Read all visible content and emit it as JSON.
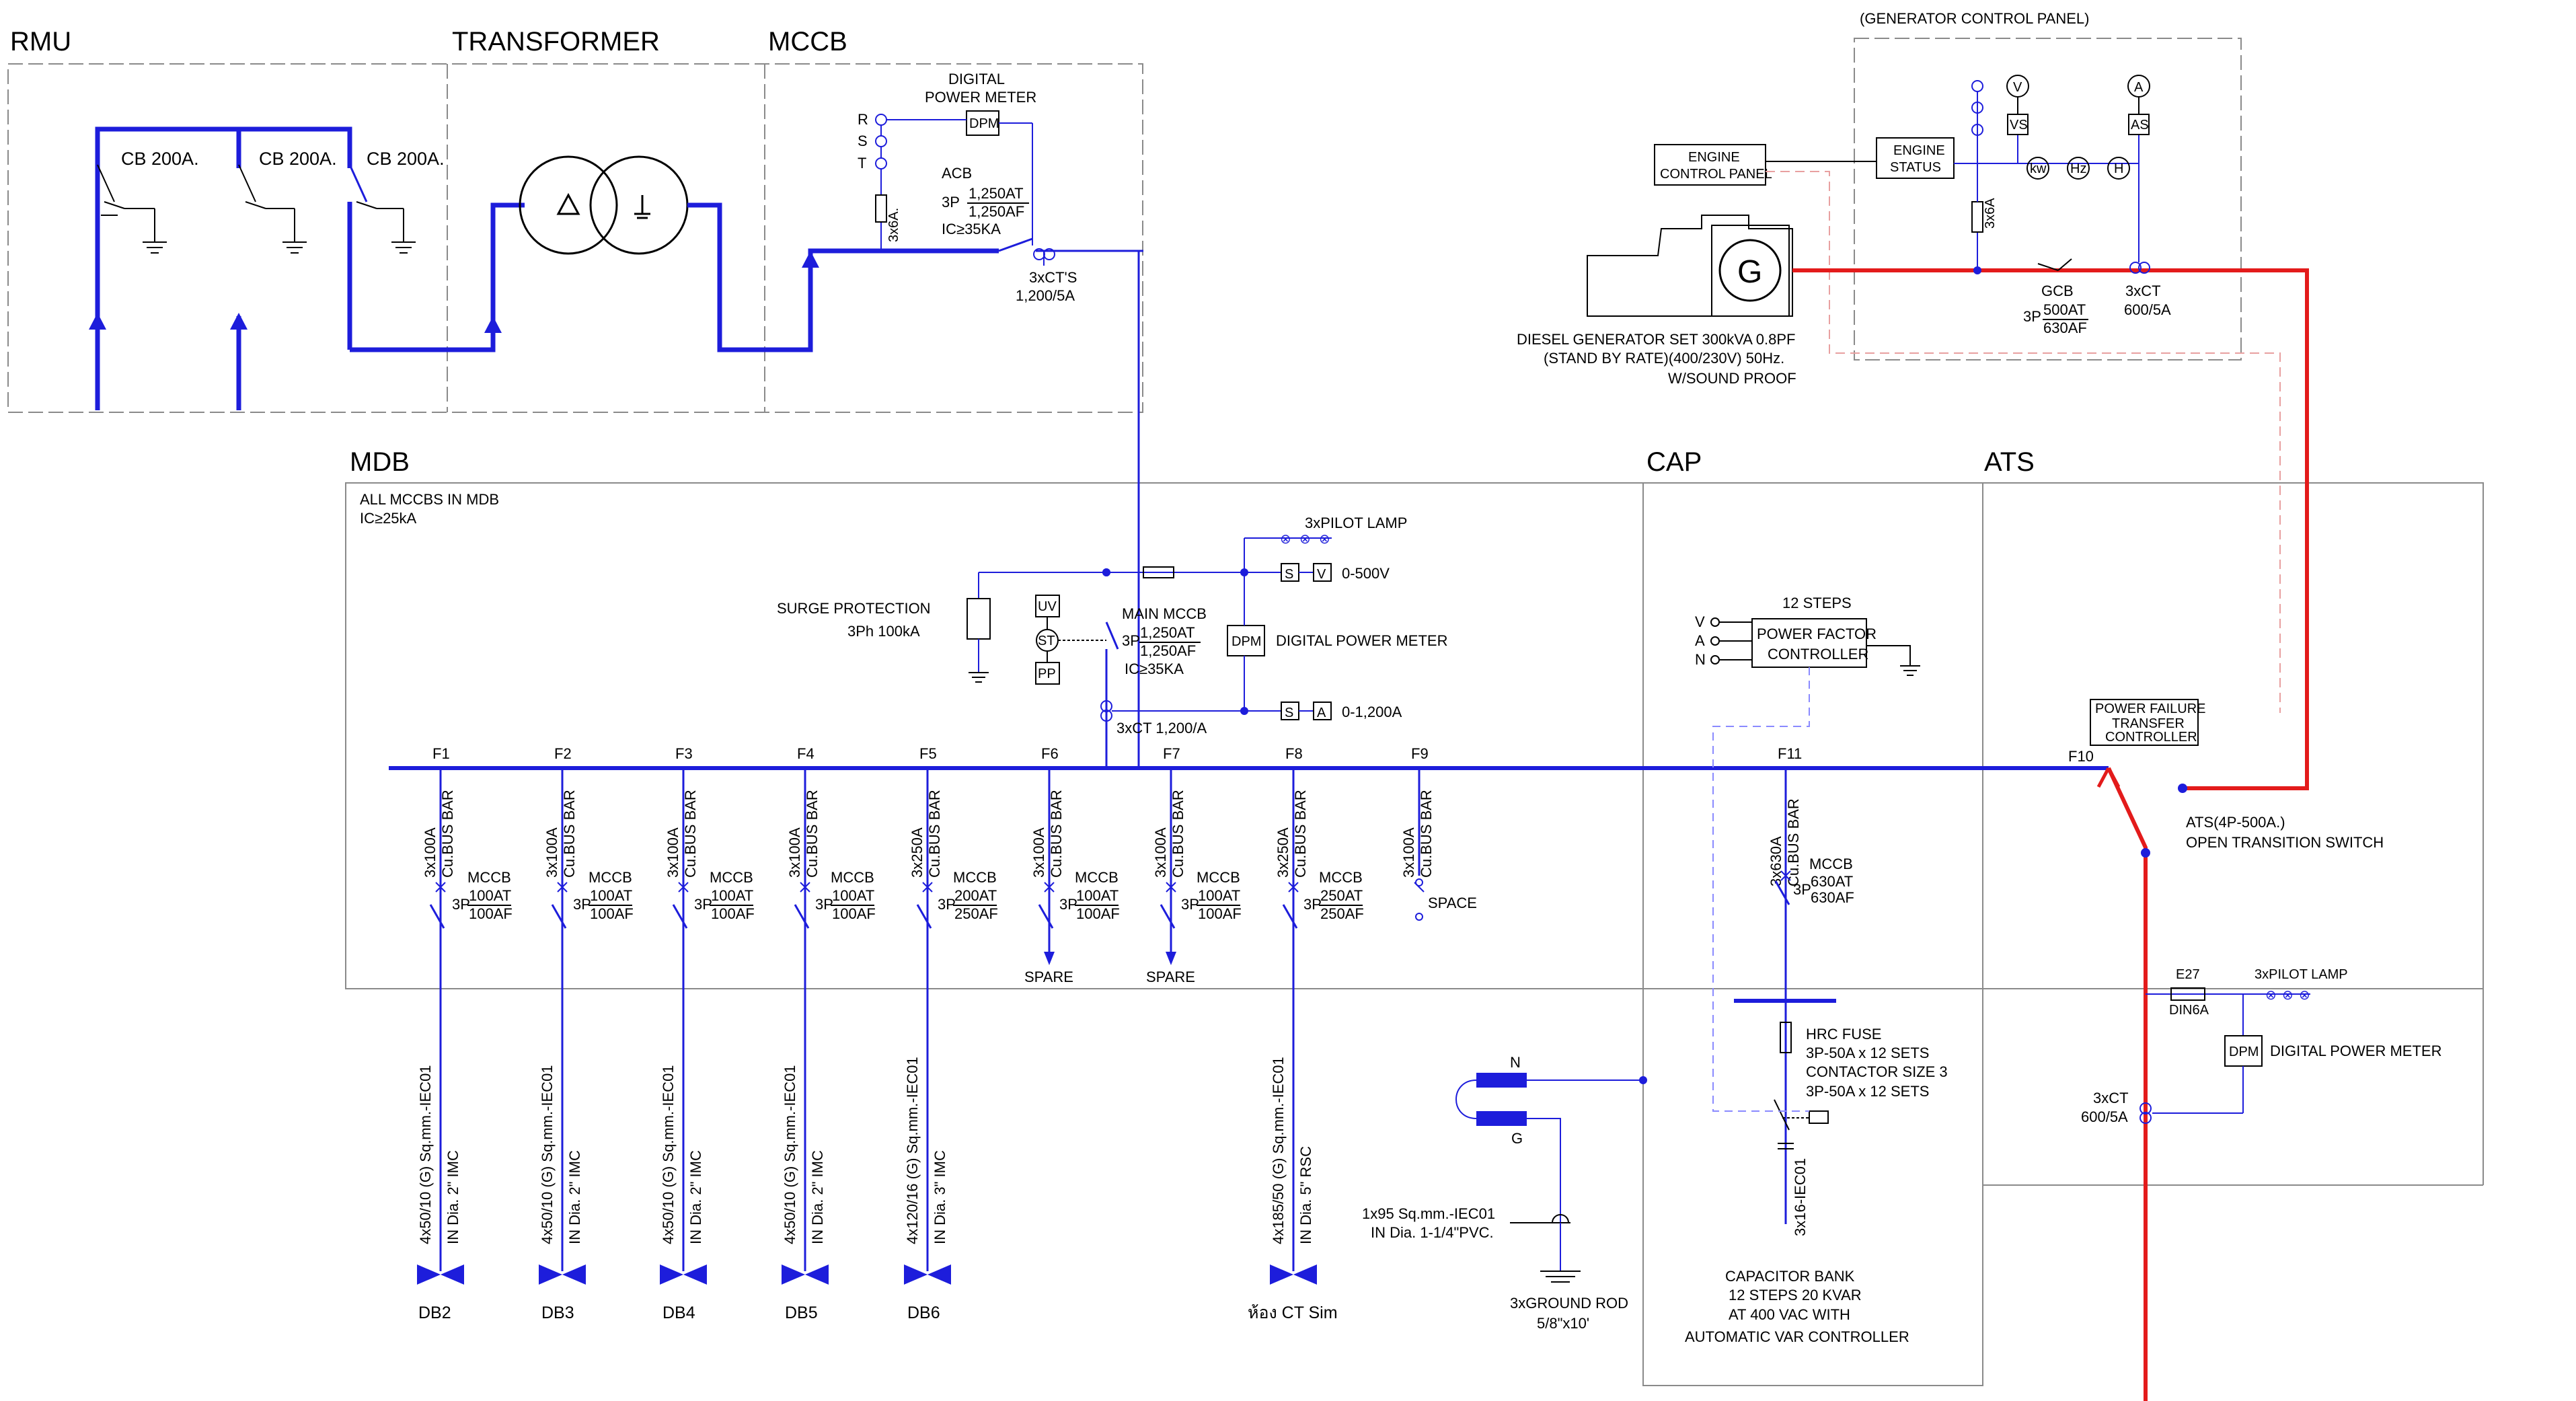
{
  "sections": {
    "rmu": "RMU",
    "transformer": "TRANSFORMER",
    "mccb": "MCCB",
    "mdb": "MDB",
    "cap": "CAP",
    "ats": "ATS",
    "generator_panel": "(GENERATOR CONTROL PANEL)"
  },
  "rmu": {
    "breakers": [
      "CB 200A.",
      "CB 200A.",
      "CB 200A."
    ]
  },
  "mccb_section": {
    "dpm_title_1": "DIGITAL",
    "dpm_title_2": "POWER METER",
    "dpm": "DPM",
    "phases": [
      "R",
      "S",
      "T"
    ],
    "fuse": "3x6A.",
    "acb": "ACB",
    "acb_poles": "3P",
    "acb_at": "1,250AT",
    "acb_af": "1,250AF",
    "acb_ic": "IC≥35KA",
    "ct_1": "3xCT'S",
    "ct_2": "1,200/5A"
  },
  "generator": {
    "engine_control": [
      "ENGINE",
      "CONTROL PANEL"
    ],
    "engine_status": [
      "ENGINE",
      "STATUS"
    ],
    "g": "G",
    "desc": [
      "DIESEL GENERATOR SET 300kVA 0.8PF",
      "(STAND BY RATE)(400/230V) 50Hz.",
      "W/SOUND PROOF"
    ],
    "fuse": "3x6A",
    "gcb": "GCB",
    "gcb_poles": "3P",
    "gcb_at": "500AT",
    "gcb_af": "630AF",
    "ct": [
      "3xCT",
      "600/5A"
    ],
    "meters": [
      "V",
      "VS",
      "A",
      "AS",
      "kw",
      "Hz",
      "H"
    ]
  },
  "mdb": {
    "note": [
      "ALL MCCBS IN MDB",
      "IC≥25kA"
    ],
    "pilot_lamp": "3xPILOT LAMP",
    "s": "S",
    "v": "V",
    "a": "A",
    "v_range": "0-500V",
    "a_range": "0-1,200A",
    "surge": [
      "SURGE PROTECTION",
      "3Ph 100kA"
    ],
    "uv": "UV",
    "st": "ST",
    "pp": "PP",
    "main_title": "MAIN  MCCB",
    "main_poles": "3P",
    "main_at": "1,250AT",
    "main_af": "1,250AF",
    "main_ic": "IC≥35KA",
    "dpm": "DPM",
    "dpm_label": "DIGITAL POWER METER",
    "ct": "3xCT 1,200/A"
  },
  "feeders": [
    {
      "id": "F1",
      "fuse": "3x100A",
      "bus": "Cu.BUS BAR",
      "mccb": "MCCB",
      "poles": "3P",
      "at": "100AT",
      "af": "100AF",
      "cable": "4x50/10 (G) Sq.mm.-IEC01",
      "conduit": "IN Dia. 2\" IMC",
      "dest": "DB2"
    },
    {
      "id": "F2",
      "fuse": "3x100A",
      "bus": "Cu.BUS BAR",
      "mccb": "MCCB",
      "poles": "3P",
      "at": "100AT",
      "af": "100AF",
      "cable": "4x50/10 (G) Sq.mm.-IEC01",
      "conduit": "IN Dia. 2\" IMC",
      "dest": "DB3"
    },
    {
      "id": "F3",
      "fuse": "3x100A",
      "bus": "Cu.BUS BAR",
      "mccb": "MCCB",
      "poles": "3P",
      "at": "100AT",
      "af": "100AF",
      "cable": "4x50/10 (G) Sq.mm.-IEC01",
      "conduit": "IN Dia. 2\" IMC",
      "dest": "DB4"
    },
    {
      "id": "F4",
      "fuse": "3x100A",
      "bus": "Cu.BUS BAR",
      "mccb": "MCCB",
      "poles": "3P",
      "at": "100AT",
      "af": "100AF",
      "cable": "4x50/10 (G) Sq.mm.-IEC01",
      "conduit": "IN Dia. 2\" IMC",
      "dest": "DB5"
    },
    {
      "id": "F5",
      "fuse": "3x250A",
      "bus": "Cu.BUS BAR",
      "mccb": "MCCB",
      "poles": "3P",
      "at": "200AT",
      "af": "250AF",
      "cable": "4x120/16 (G) Sq.mm.-IEC01",
      "conduit": "IN Dia. 3\" IMC",
      "dest": "DB6"
    },
    {
      "id": "F6",
      "fuse": "3x100A",
      "bus": "Cu.BUS BAR",
      "mccb": "MCCB",
      "poles": "3P",
      "at": "100AT",
      "af": "100AF",
      "cable": "",
      "conduit": "",
      "dest": "SPARE"
    },
    {
      "id": "F7",
      "fuse": "3x100A",
      "bus": "Cu.BUS BAR",
      "mccb": "MCCB",
      "poles": "3P",
      "at": "100AT",
      "af": "100AF",
      "cable": "",
      "conduit": "",
      "dest": "SPARE"
    },
    {
      "id": "F8",
      "fuse": "3x250A",
      "bus": "Cu.BUS BAR",
      "mccb": "MCCB",
      "poles": "3P",
      "at": "250AT",
      "af": "250AF",
      "cable": "4x185/50 (G) Sq.mm.-IEC01",
      "conduit": "IN Dia. 5\" RSC",
      "dest": "ห้อง CT Sim"
    },
    {
      "id": "F9",
      "fuse": "3x100A",
      "bus": "Cu.BUS BAR",
      "mccb": "",
      "poles": "",
      "at": "",
      "af": "",
      "cable": "",
      "conduit": "",
      "dest": "SPACE"
    }
  ],
  "cap": {
    "feeder": "F11",
    "fuse": "3x630A",
    "bus": "Cu.BUS BAR",
    "mccb": "MCCB",
    "poles": "3P",
    "at": "630AT",
    "af": "630AF",
    "steps": "12 STEPS",
    "pfc": [
      "POWER FACTOR",
      "CONTROLLER"
    ],
    "vin": [
      "V",
      "A",
      "N"
    ],
    "hrc": [
      "HRC FUSE",
      "3P-50A x 12 SETS",
      "CONTACTOR SIZE 3",
      "3P-50A x 12 SETS"
    ],
    "cable": "3x16-IEC01",
    "bank": [
      "CAPACITOR BANK",
      "12 STEPS 20 KVAR",
      "AT 400 VAC WITH",
      "AUTOMATIC VAR CONTROLLER"
    ],
    "n": "N",
    "g": "G",
    "ground_cable": [
      "1x95 Sq.mm.-IEC01",
      "IN Dia. 1-1/4\"PVC."
    ],
    "ground_rod": [
      "3xGROUND ROD",
      "5/8\"x10'"
    ]
  },
  "ats": {
    "feeder": "F10",
    "pftc": [
      "POWER FAILURE",
      "TRANSFER",
      "CONTROLLER"
    ],
    "label": [
      "ATS(4P-500A.)",
      "OPEN TRANSITION SWITCH"
    ],
    "fuse_label": "E27",
    "fuse_sub": "DIN6A",
    "pilot": "3xPILOT LAMP",
    "dpm": "DPM",
    "dpm_label": "DIGITAL POWER METER",
    "ct": [
      "3xCT",
      "600/5A"
    ]
  },
  "colors": {
    "main_line": "#1d1ddb",
    "generator_line": "#e31b1b",
    "frame": "#8a8a8a",
    "control_dashed": "#e8a0a0"
  }
}
